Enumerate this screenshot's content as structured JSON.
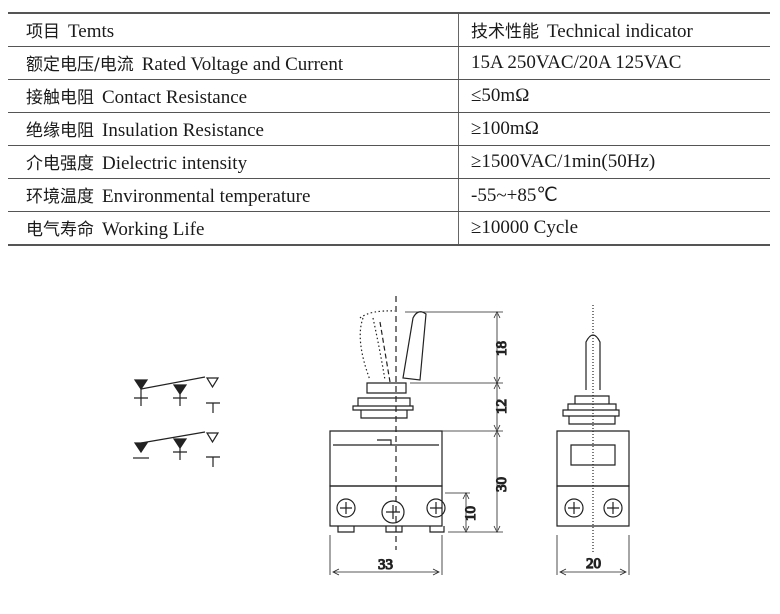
{
  "table": {
    "header": {
      "item_zh": "项目",
      "item_en": "Temts",
      "value_zh": "技术性能",
      "value_en": "Technical indicator"
    },
    "rows": [
      {
        "zh": "额定电压/电流",
        "en": "Rated  Voltage and Current",
        "value": "15A  250VAC/20A  125VAC"
      },
      {
        "zh": "接触电阻",
        "en": "Contact Resistance",
        "value": "≤50mΩ"
      },
      {
        "zh": "绝缘电阻",
        "en": "Insulation  Resistance",
        "value": "≥100mΩ"
      },
      {
        "zh": "介电强度",
        "en": "Dielectric intensity",
        "value": "≥1500VAC/1min(50Hz)"
      },
      {
        "zh": "环境温度",
        "en": "Environmental temperature",
        "value": "-55~+85℃"
      },
      {
        "zh": "电气寿命",
        "en": "Working Life",
        "value": "≥10000 Cycle"
      }
    ]
  },
  "drawing": {
    "dims": {
      "lever": "18",
      "bushing": "12",
      "body": "30",
      "terminal": "10",
      "width": "33",
      "depth": "20"
    }
  }
}
